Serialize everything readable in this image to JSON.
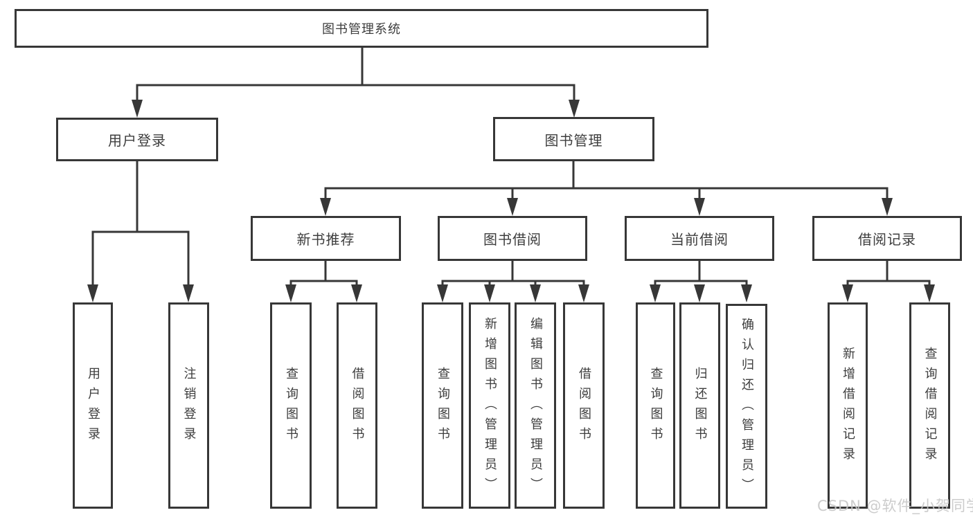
{
  "diagram_title": "图书管理系统",
  "tree": {
    "root": "图书管理系统",
    "children": [
      {
        "label": "用户登录",
        "children": [
          "用户登录",
          "注销登录"
        ]
      },
      {
        "label": "图书管理",
        "children": [
          {
            "label": "新书推荐",
            "children": [
              "查询图书",
              "借阅图书"
            ]
          },
          {
            "label": "图书借阅",
            "children": [
              "查询图书",
              "新增图书（管理员）",
              "编辑图书（管理员）",
              "借阅图书"
            ]
          },
          {
            "label": "当前借阅",
            "children": [
              "查询图书",
              "归还图书",
              "确认归还（管理员）"
            ]
          },
          {
            "label": "借阅记录",
            "children": [
              "新增借阅记录",
              "查询借阅记录"
            ]
          }
        ]
      }
    ]
  },
  "watermark": {
    "text": "CSDN @软件_小贺同学",
    "color": "#c7c7c7"
  },
  "colors": {
    "line": "#373737",
    "text": "#3d3d3d",
    "background": "#ffffff"
  }
}
